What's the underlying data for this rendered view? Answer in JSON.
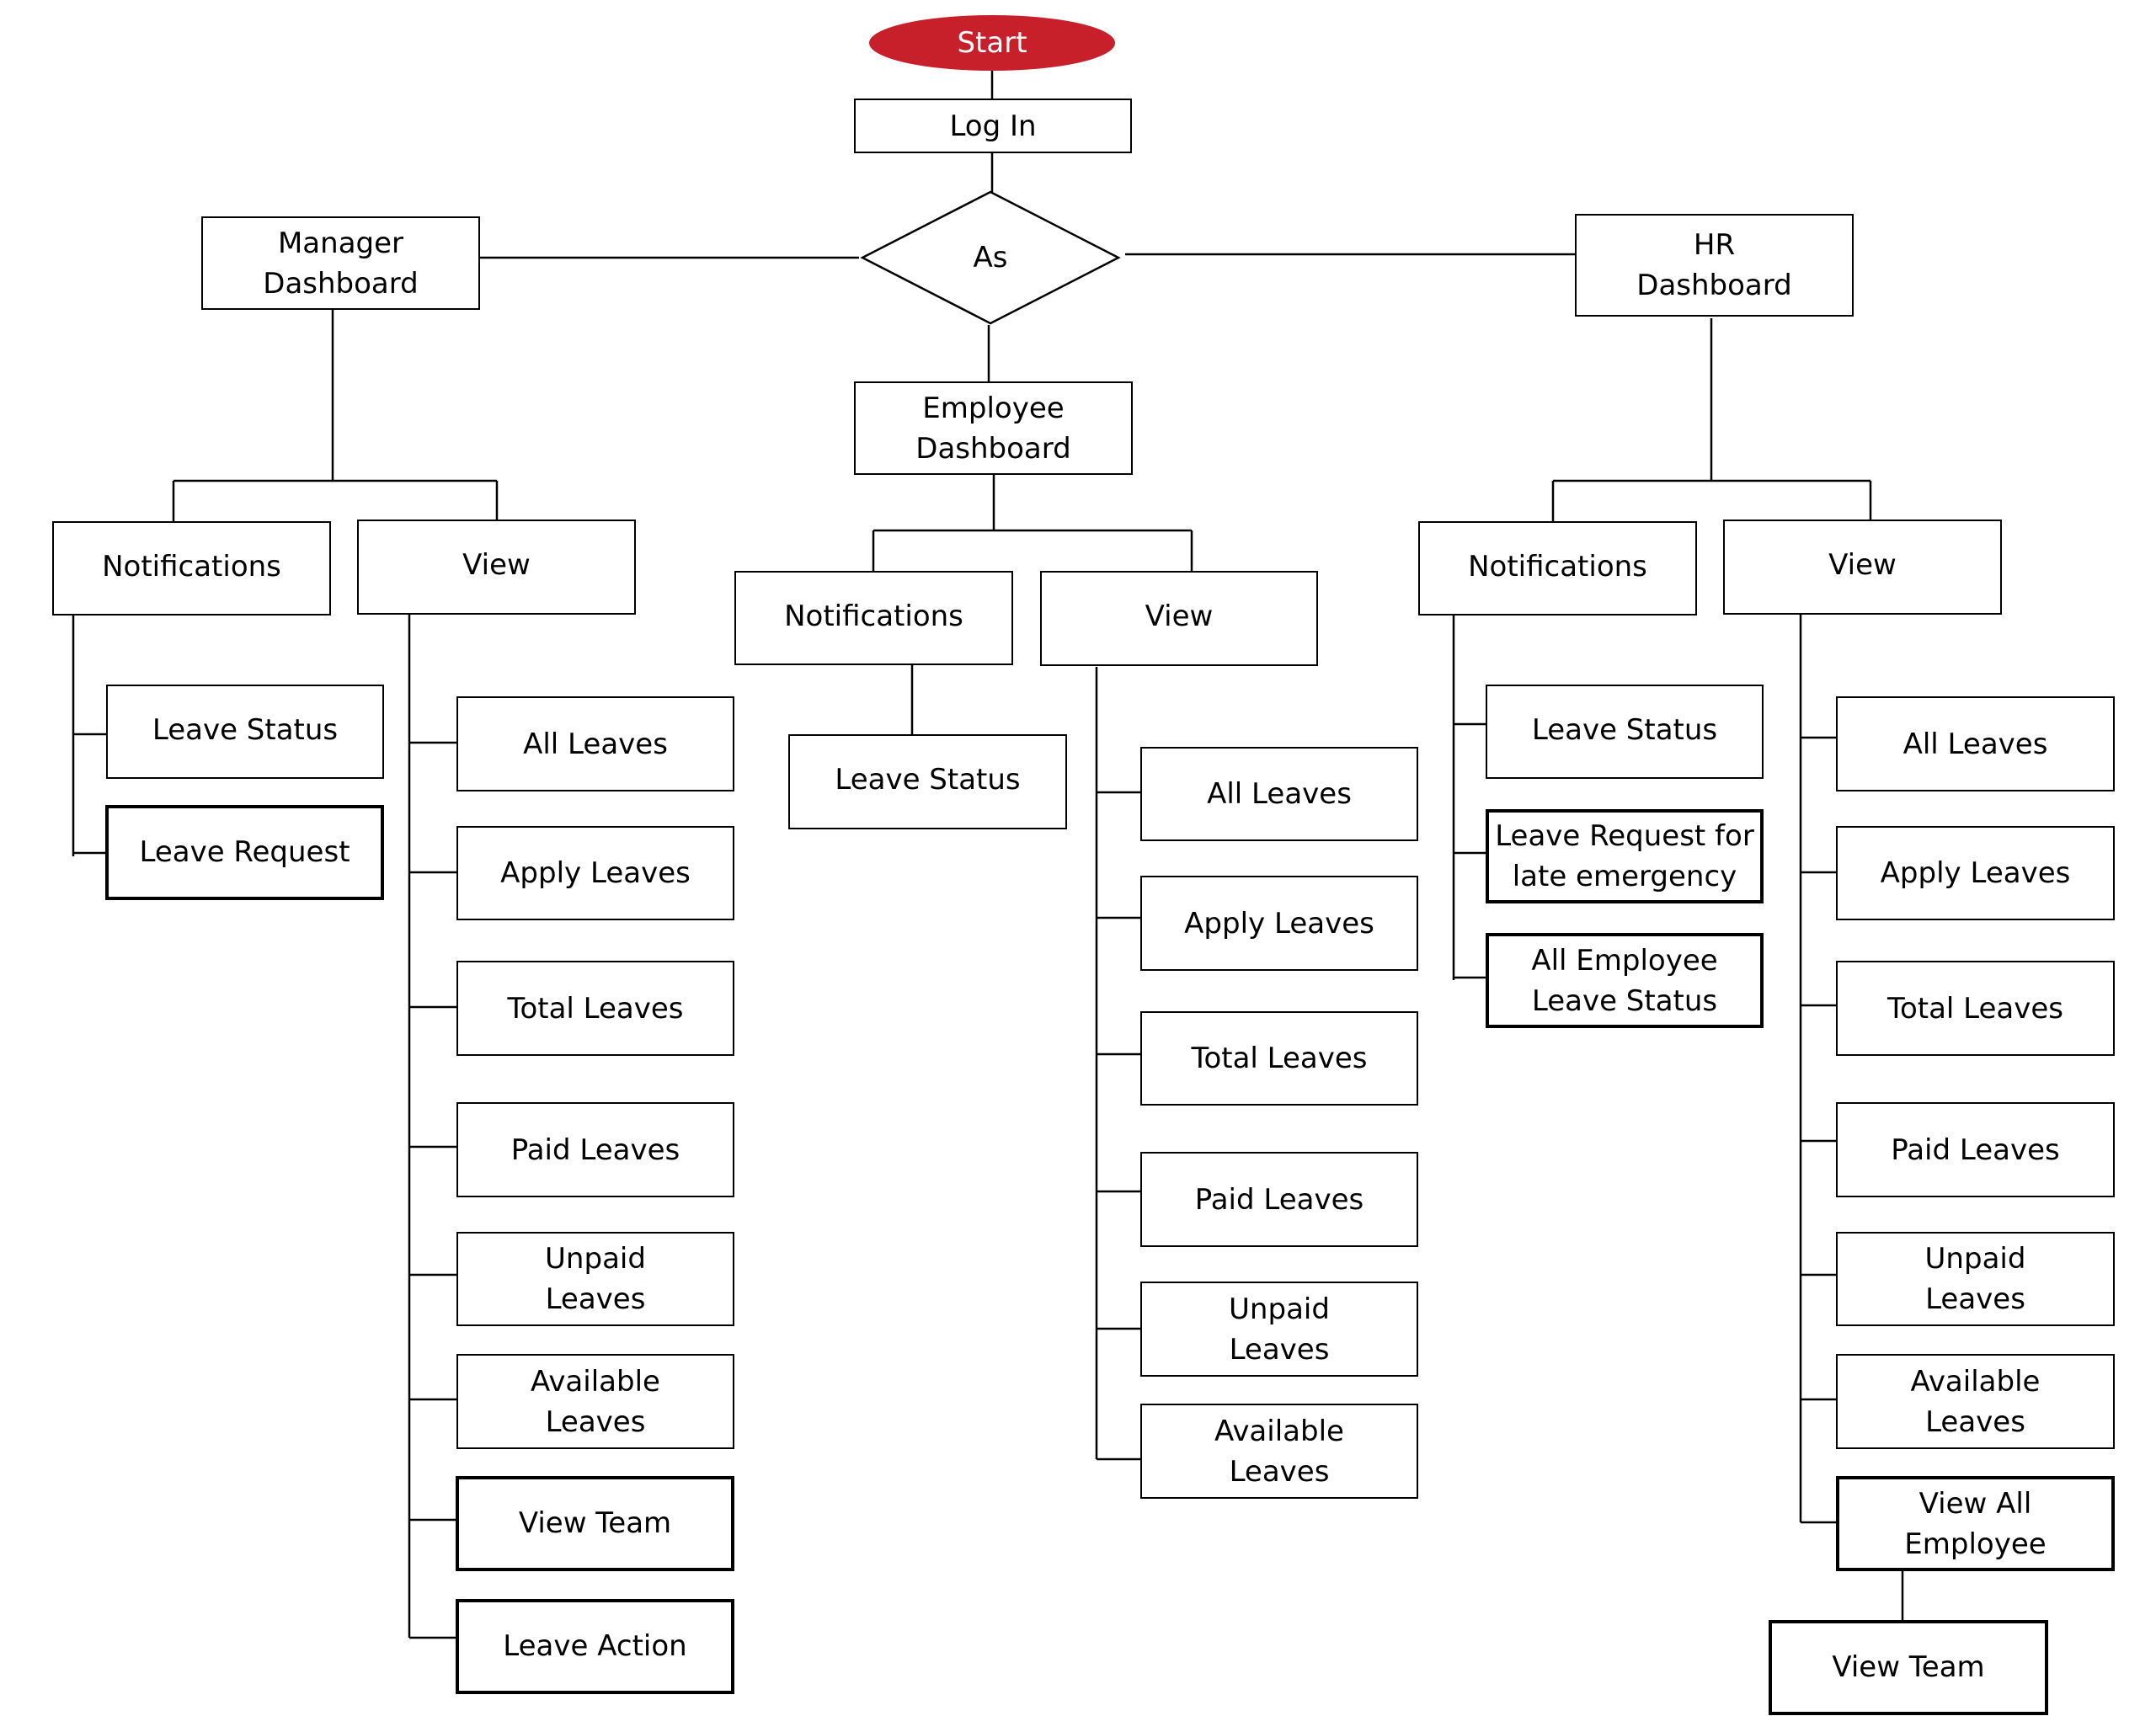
{
  "colors": {
    "start_fill": "#c8202a",
    "start_text": "#ffffff",
    "line": "#000000"
  },
  "start": {
    "label": "Start"
  },
  "login": {
    "label": "Log In"
  },
  "decision": {
    "label": "As"
  },
  "manager": {
    "dashboard": "Manager\nDashboard",
    "notifications": {
      "label": "Notifications",
      "items": [
        "Leave Status",
        "Leave Request"
      ]
    },
    "view": {
      "label": "View",
      "items": [
        "All Leaves",
        "Apply Leaves",
        "Total Leaves",
        "Paid Leaves",
        "Unpaid\nLeaves",
        "Available\nLeaves",
        "View Team",
        "Leave Action"
      ]
    }
  },
  "employee": {
    "dashboard": "Employee\nDashboard",
    "notifications": {
      "label": "Notifications",
      "items": [
        "Leave Status"
      ]
    },
    "view": {
      "label": "View",
      "items": [
        "All Leaves",
        "Apply Leaves",
        "Total Leaves",
        "Paid Leaves",
        "Unpaid\nLeaves",
        "Available\nLeaves"
      ]
    }
  },
  "hr": {
    "dashboard": "HR\nDashboard",
    "notifications": {
      "label": "Notifications",
      "items": [
        "Leave Status",
        "Leave Request for\nlate emergency",
        "All Employee\nLeave Status"
      ]
    },
    "view": {
      "label": "View",
      "items": [
        "All Leaves",
        "Apply Leaves",
        "Total Leaves",
        "Paid Leaves",
        "Unpaid\nLeaves",
        "Available\nLeaves",
        "View All\nEmployee"
      ]
    },
    "view_team": "View Team"
  }
}
